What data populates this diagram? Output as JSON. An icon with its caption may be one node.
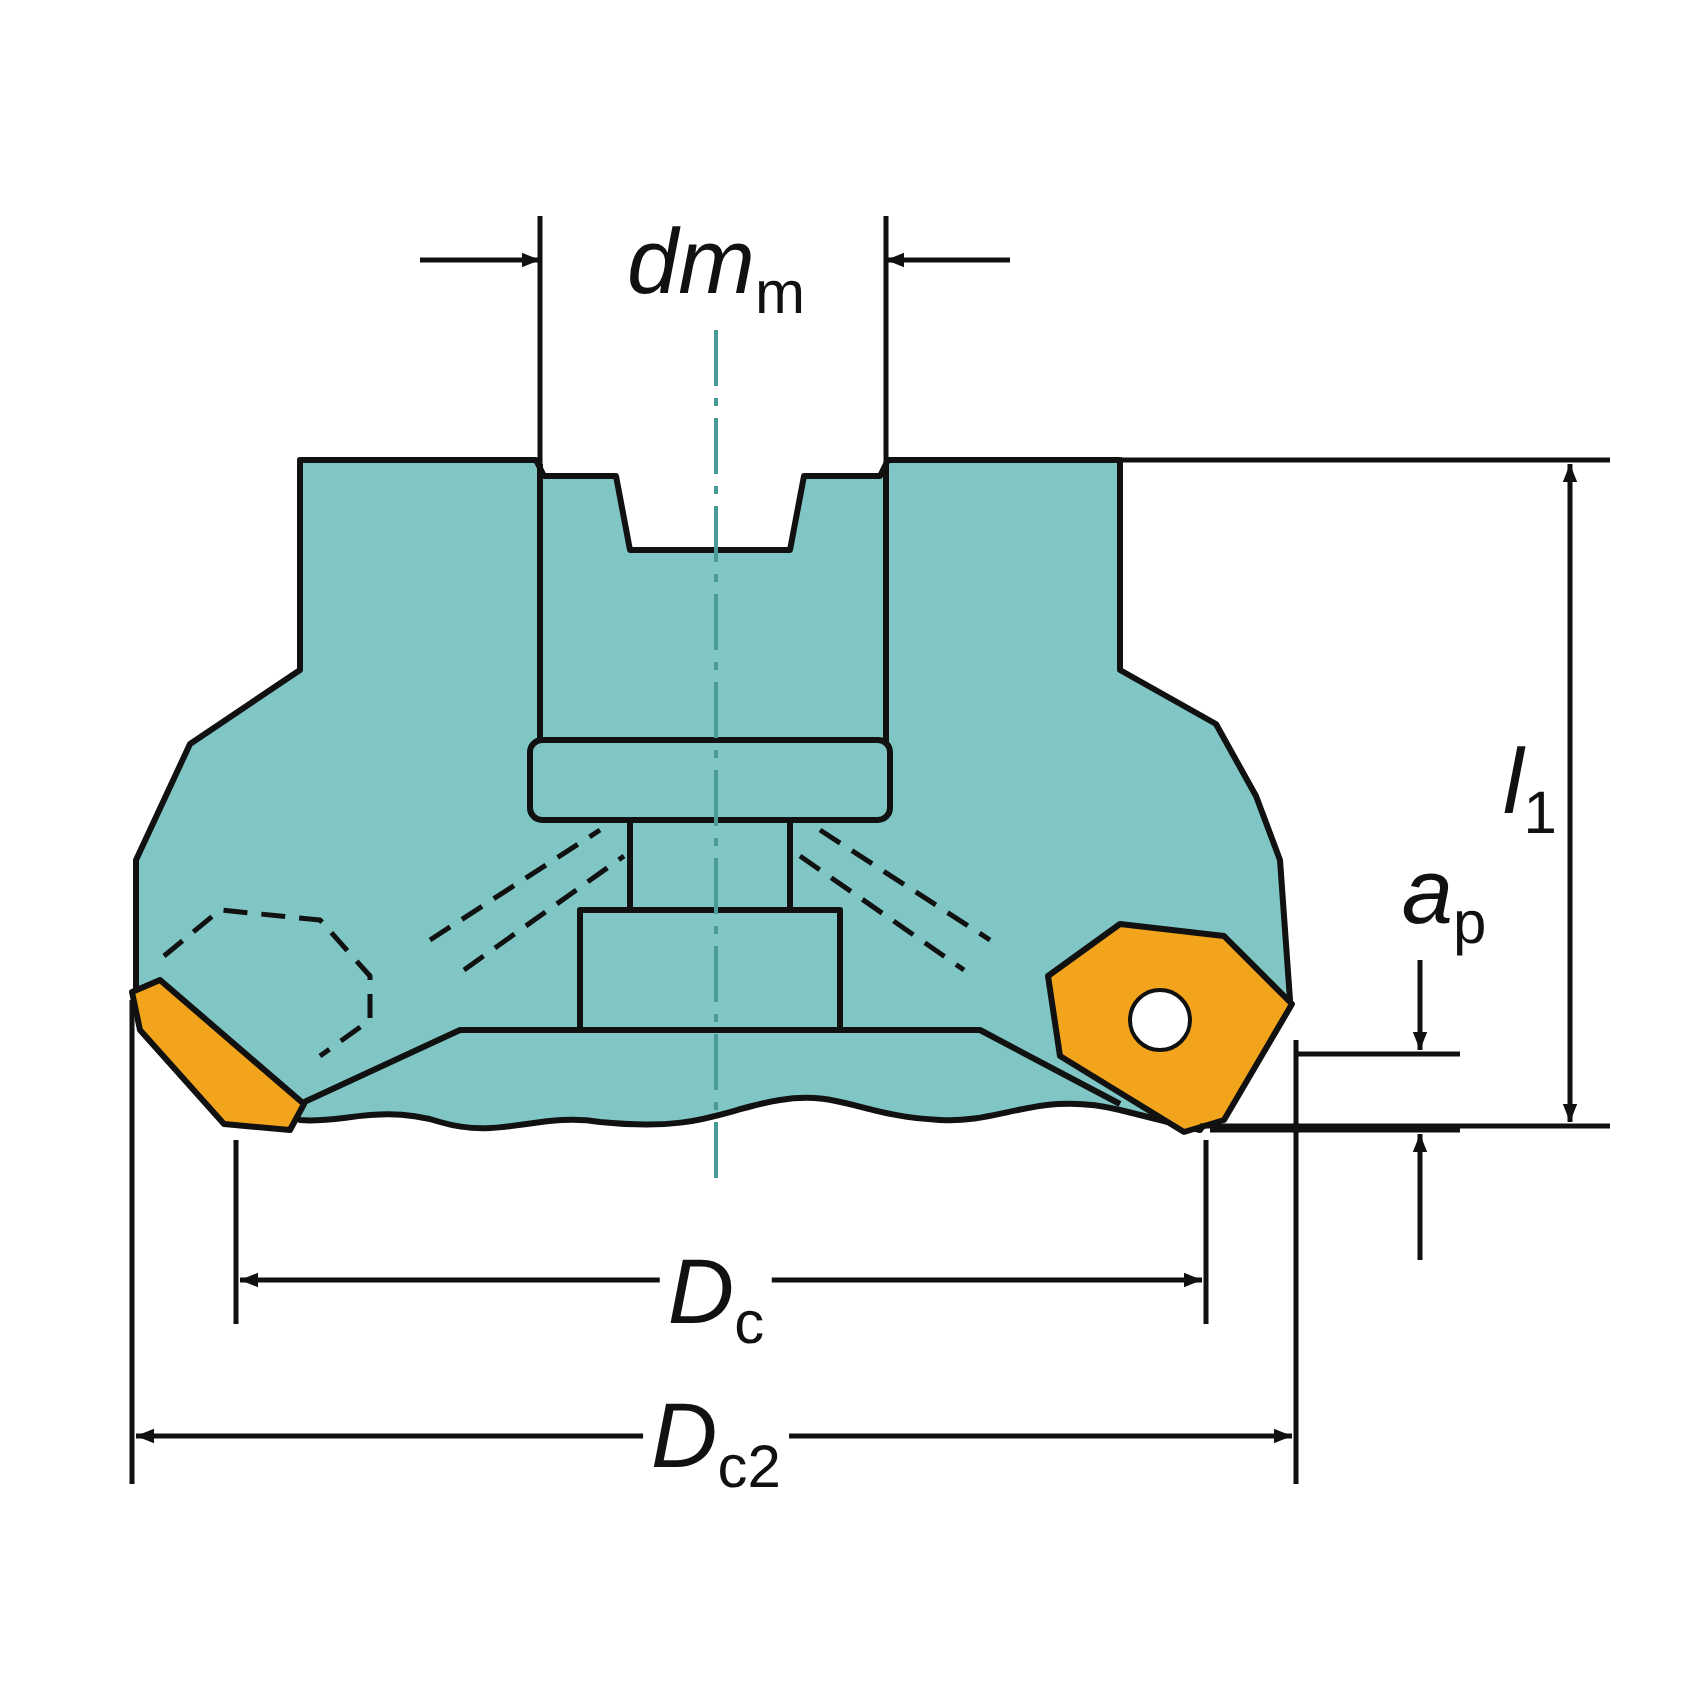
{
  "diagram": {
    "labels": [
      "dm$_{m}$",
      "l$_{1}$",
      "a$_{p}$",
      "D$_{c}$",
      "D$_{c2}$"
    ]
  }
}
